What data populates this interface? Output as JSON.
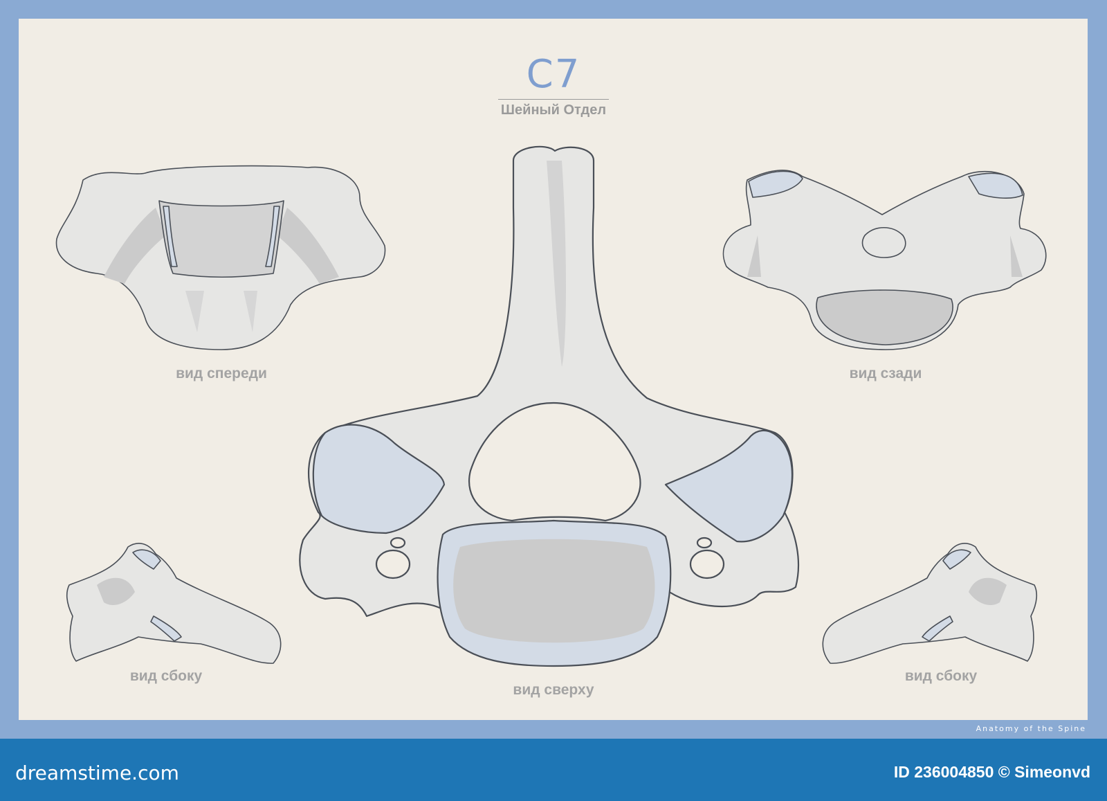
{
  "diagram": {
    "title": "C7",
    "subtitle": "Шейный Отдел",
    "views": {
      "front": "вид спереди",
      "back": "вид сзади",
      "top": "вид сверху",
      "side_left": "вид сбоку",
      "side_right": "вид сбоку"
    },
    "credit": "Anatomy of the Spine"
  },
  "footer": {
    "brand": "dreamstime.com",
    "stock_id": "ID 236004850 © Simeonvd"
  },
  "colors": {
    "frame": "#8aaad3",
    "background": "#f1ede5",
    "bone": "#e6e6e4",
    "shade": "#cbcbcb",
    "cartilage": "#d3dbe6",
    "outline": "#4a4f57",
    "footer_bar": "#1e76b5"
  }
}
